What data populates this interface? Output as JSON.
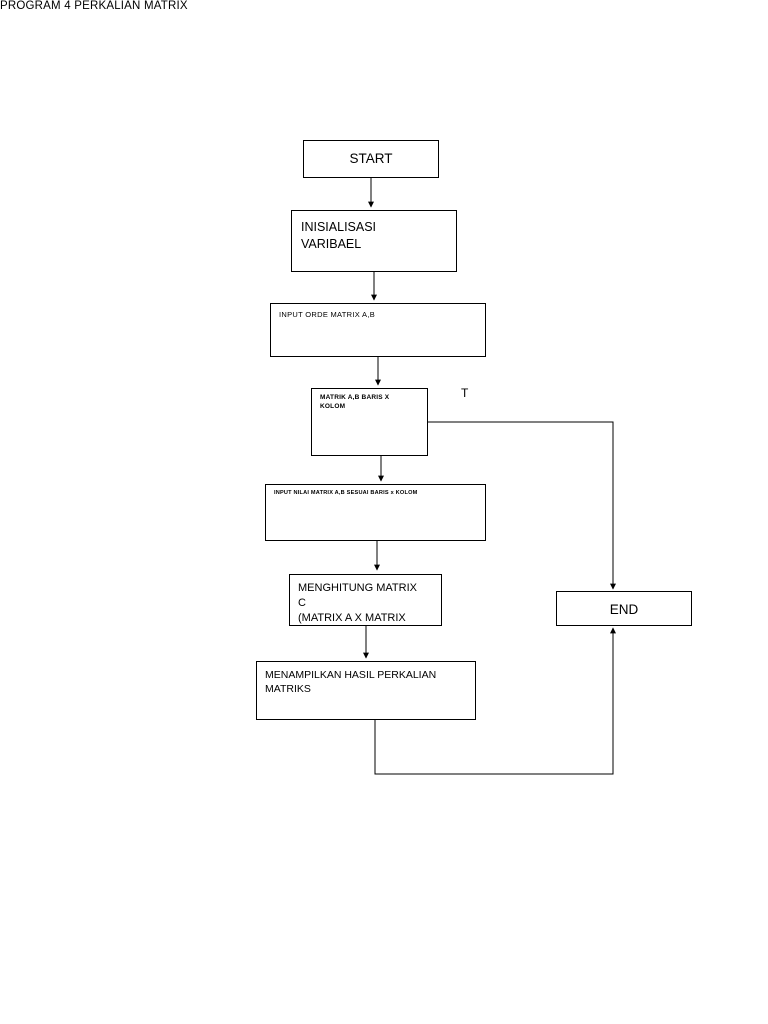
{
  "diagram": {
    "title": "PROGRAM 4 PERKALIAN MATRIX",
    "annotations": {
      "branch_true": "T"
    },
    "nodes": [
      {
        "id": "start",
        "label": "START"
      },
      {
        "id": "init",
        "label": "INISIALISASI\nVARIBAEL"
      },
      {
        "id": "orde",
        "label": "INPUT ORDE  MATRIX A,B"
      },
      {
        "id": "cond",
        "label": "MATRIK A,B BARIS X\nKOLOM"
      },
      {
        "id": "nilai",
        "label": "INPUT NILAI MATRIX A,B SESUAI BARIS  x   KOLOM"
      },
      {
        "id": "hitung",
        "label": "MENGHITUNG MATRIX\nC\n(MATRIX A X MATRIX"
      },
      {
        "id": "tampil",
        "label": "MENAMPILKAN HASIL PERKALIAN\nMATRIKS"
      },
      {
        "id": "end",
        "label": "END"
      }
    ],
    "colors": {
      "stroke": "#000000",
      "background": "#ffffff",
      "text": "#000000"
    }
  }
}
